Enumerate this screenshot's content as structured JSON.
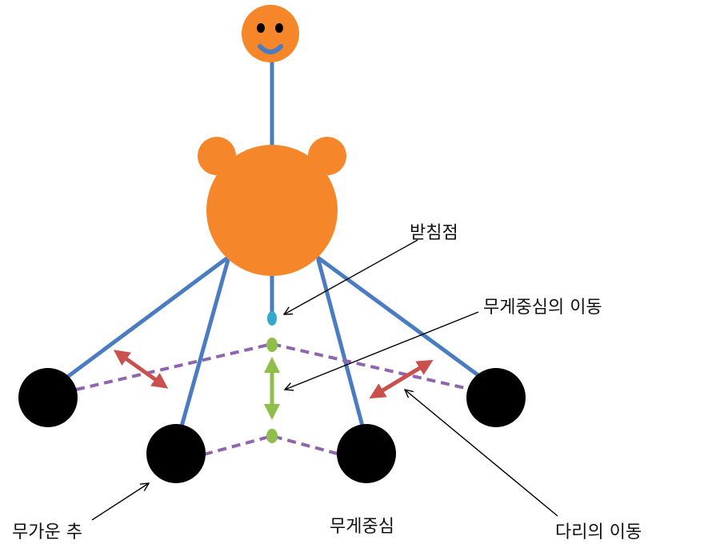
{
  "labels": {
    "fulcrum": "받침점",
    "cog_shift": "무게중심의 이동",
    "heavy_weight": "무가운 추",
    "center_of_gravity": "무게중심",
    "leg_movement": "다리의 이동"
  },
  "colors": {
    "body_orange": "#F5872A",
    "rod_blue": "#4A7CC2",
    "weight_black": "#000000",
    "dashed_purple": "#8E65AE",
    "arrow_red": "#C9504C",
    "arrow_green": "#8FBE4A",
    "cog_green": "#8FBE4A",
    "fulcrum_cyan": "#35A9CC",
    "mouth_blue": "#4A7CC2",
    "pointer_black": "#000000"
  }
}
